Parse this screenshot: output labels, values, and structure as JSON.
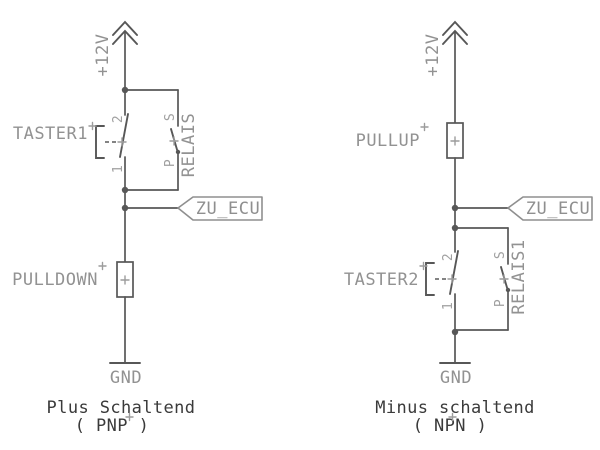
{
  "colors": {
    "background": "#ffffff",
    "wire": "#575757",
    "component_label": "#929292",
    "net_flag": "#8f8f8f",
    "caption": "#3a3a3a"
  },
  "left_circuit": {
    "supply_label": "+12V",
    "pushbutton": {
      "label": "TASTER1",
      "pin_top": "2",
      "pin_bottom": "1"
    },
    "relay": {
      "label": "RELAIS",
      "pin_top": "S",
      "pin_bottom": "P"
    },
    "net_flag_label": "ZU_ECU",
    "resistor_label": "PULLDOWN",
    "ground_label": "GND",
    "caption_line1": "Plus Schaltend",
    "caption_line2": "( PNP )"
  },
  "right_circuit": {
    "supply_label": "+12V",
    "resistor_label": "PULLUP",
    "net_flag_label": "ZU_ECU",
    "pushbutton": {
      "label": "TASTER2",
      "pin_top": "2",
      "pin_bottom": "1"
    },
    "relay": {
      "label": "RELAIS1",
      "pin_top": "S",
      "pin_bottom": "P"
    },
    "ground_label": "GND",
    "caption_line1": "Minus schaltend",
    "caption_line2": "( NPN )"
  }
}
